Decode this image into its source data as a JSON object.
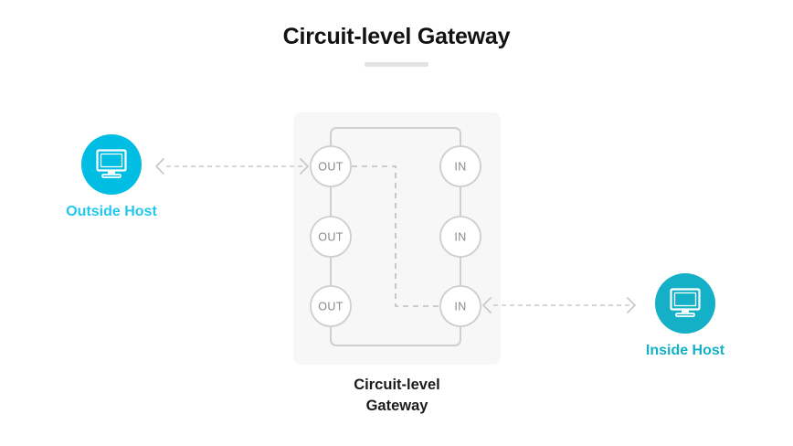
{
  "page": {
    "title": "Circuit-level Gateway",
    "background": "#ffffff"
  },
  "colors": {
    "outside_host_accent": "#00bde3",
    "outside_host_label": "#23c7ef",
    "inside_host_accent": "#14b0c8",
    "inside_host_label": "#14b0c8",
    "panel_background": "#f7f7f7",
    "wire": "#cfcfcf",
    "dashed_wire": "#bdbdbd",
    "node_border": "#cfcfcf",
    "node_fill": "#ffffff",
    "node_text": "#8a8a8a",
    "title_text": "#121212",
    "title_rule": "#e3e3e3"
  },
  "diagram": {
    "type": "network-diagram",
    "panel": {
      "caption_line1": "Circuit-level",
      "caption_line2": "Gateway"
    },
    "hosts": [
      {
        "id": "outside-host",
        "label": "Outside Host",
        "icon": "monitor-icon",
        "side": "left"
      },
      {
        "id": "inside-host",
        "label": "Inside Host",
        "icon": "monitor-icon",
        "side": "right"
      }
    ],
    "ports": {
      "out_column": [
        {
          "id": "out-1",
          "label": "OUT"
        },
        {
          "id": "out-2",
          "label": "OUT"
        },
        {
          "id": "out-3",
          "label": "OUT"
        }
      ],
      "in_column": [
        {
          "id": "in-1",
          "label": "IN"
        },
        {
          "id": "in-2",
          "label": "IN"
        },
        {
          "id": "in-3",
          "label": "IN"
        }
      ]
    },
    "connections": [
      {
        "id": "outside-to-out1",
        "from": "outside-host",
        "to": "out-1",
        "style": "dashed",
        "direction": "bidirectional"
      },
      {
        "id": "in3-to-inside",
        "from": "in-3",
        "to": "inside-host",
        "style": "dashed",
        "direction": "bidirectional"
      },
      {
        "id": "circuit-out1-to-in3",
        "from": "out-1",
        "to": "in-3",
        "style": "dashed",
        "direction": "none"
      }
    ]
  }
}
